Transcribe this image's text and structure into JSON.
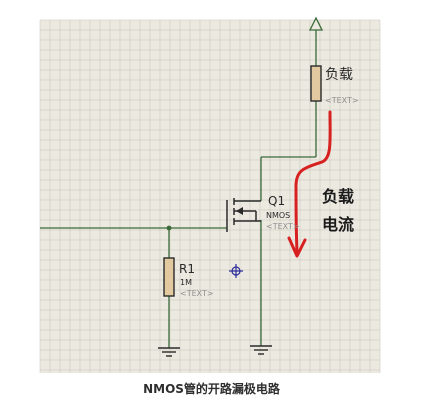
{
  "diagram": {
    "load_label": "负载",
    "load_text_tag": "<TEXT>",
    "transistor_ref": "Q1",
    "transistor_type": "NMOS",
    "transistor_text_tag": "<TEXT>",
    "resistor_ref": "R1",
    "resistor_value": "1M",
    "resistor_text_tag": "<TEXT>",
    "current_label_line1": "负载",
    "current_label_line2": "电流",
    "caption": "NMOS管的开路漏极电路"
  },
  "colors": {
    "background": "#ffffff",
    "grid_bg": "#ece9e0",
    "grid_line": "#c6c3bb",
    "wire": "#3a6a3a",
    "component": "#2a2a2a",
    "component_fill": "#e2c9a0",
    "current_arrow": "#d72020",
    "text_tag": "#8f8f8f",
    "marker": "#2a2a9a"
  }
}
